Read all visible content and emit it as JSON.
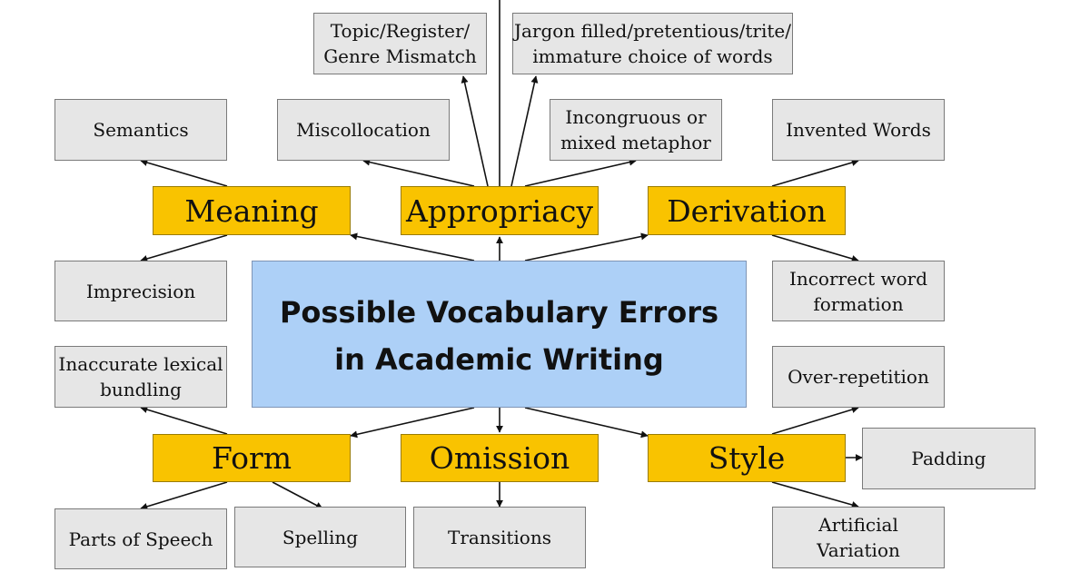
{
  "center": "Possible Vocabulary Errors\nin Academic Writing",
  "categories": {
    "meaning": "Meaning",
    "appropriacy": "Appropriacy",
    "derivation": "Derivation",
    "form": "Form",
    "omission": "Omission",
    "style": "Style"
  },
  "items": {
    "topic_register": "Topic/Register/\nGenre Mismatch",
    "jargon": "Jargon filled/pretentious/trite/\nimmature choice of words",
    "semantics": "Semantics",
    "miscollocation": "Miscollocation",
    "incongruous_metaphor": "Incongruous or\nmixed metaphor",
    "invented_words": "Invented Words",
    "imprecision": "Imprecision",
    "incorrect_word_formation": "Incorrect word\nformation",
    "inaccurate_bundling": "Inaccurate lexical\nbundling",
    "over_repetition": "Over-repetition",
    "padding": "Padding",
    "parts_of_speech": "Parts of Speech",
    "spelling": "Spelling",
    "transitions": "Transitions",
    "artificial_variation": "Artificial\nVariation"
  },
  "colors": {
    "category_fill": "#f9c300",
    "center_fill": "#add0f7",
    "leaf_fill": "#e6e6e6",
    "arrow": "#111111"
  }
}
